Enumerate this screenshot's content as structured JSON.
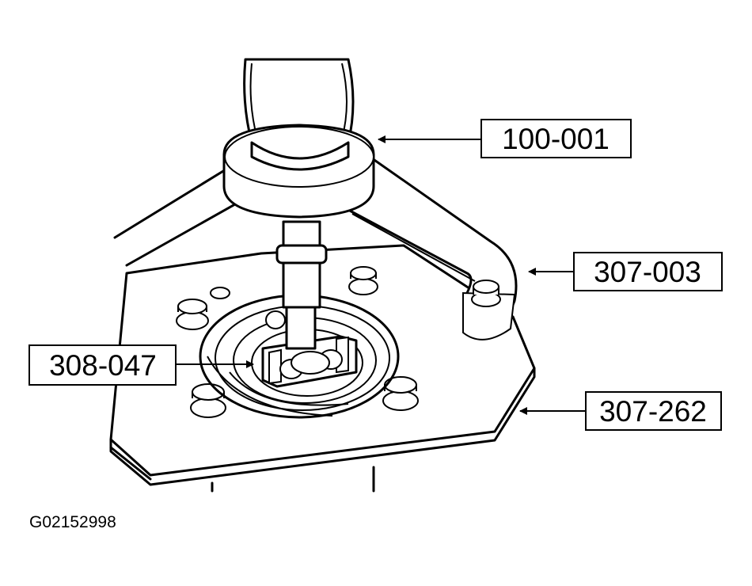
{
  "callouts": [
    {
      "id": "puller",
      "label": "100-001"
    },
    {
      "id": "plate-arm",
      "label": "307-003"
    },
    {
      "id": "remover",
      "label": "308-047"
    },
    {
      "id": "plate",
      "label": "307-262"
    }
  ],
  "figure_id": "G02152998"
}
